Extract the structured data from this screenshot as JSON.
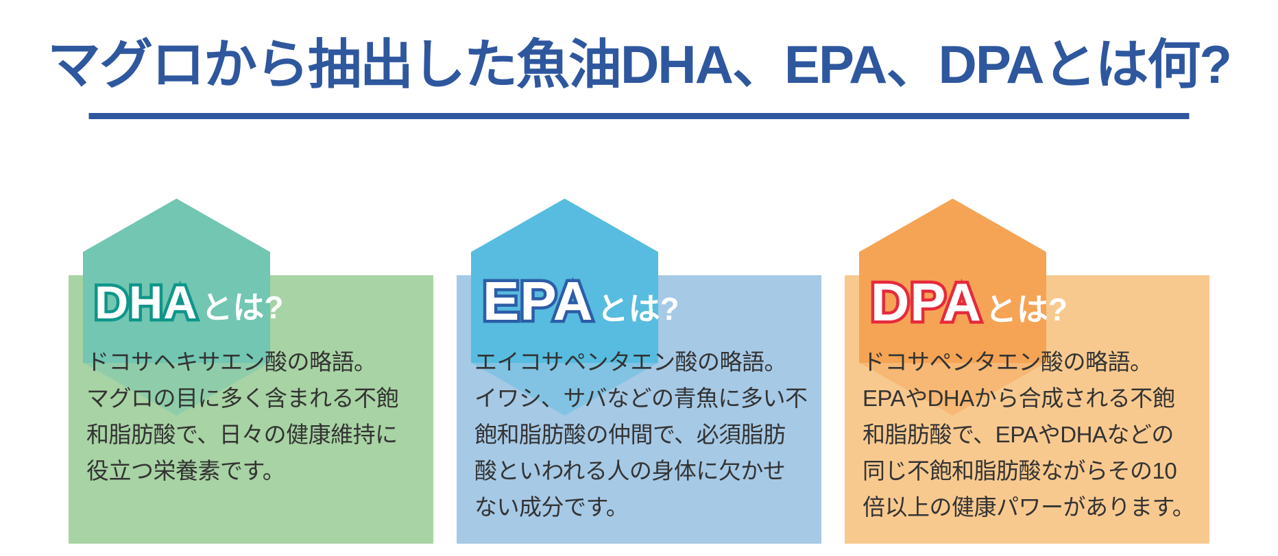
{
  "page": {
    "title": "マグロから抽出した魚油DHA、EPA、DPAとは何?",
    "title_color": "#2E579E",
    "underline_color": "#2E579E",
    "background_color": "#FFFFFF"
  },
  "cards": [
    {
      "abbr": "DHA",
      "suffix": "とは?",
      "heading_text_color": "#FFFFFF",
      "abbr_outline_color": "#0E968A",
      "hexagon_color": "#72C6B2",
      "card_color": "#A8D3A4",
      "body_text_color": "#333333",
      "body_lines": [
        "ドコサヘキサエン酸の略語。",
        "マグロの目に多く含まれる不飽",
        "和脂肪酸で、日々の健康維持に",
        "役立つ栄養素です。"
      ]
    },
    {
      "abbr": "EPA",
      "suffix": "とは?",
      "heading_text_color": "#FFFFFF",
      "abbr_outline_color": "#2C5DA7",
      "hexagon_color": "#57BCDF",
      "card_color": "#A6C9E6",
      "body_text_color": "#333333",
      "body_lines": [
        "エイコサペンタエン酸の略語。",
        "イワシ、サバなどの青魚に多い不",
        "飽和脂肪酸の仲間で、必須脂肪",
        "酸といわれる人の身体に欠かせ",
        "ない成分です。"
      ]
    },
    {
      "abbr": "DPA",
      "suffix": "とは?",
      "heading_text_color": "#FFFFFF",
      "abbr_outline_color": "#E62A3C",
      "hexagon_color": "#F5A455",
      "card_color": "#F8C98F",
      "body_text_color": "#333333",
      "body_lines": [
        "ドコサペンタエン酸の略語。",
        "EPAやDHAから合成される不飽",
        "和脂肪酸で、EPAやDHAなどの",
        "同じ不飽和脂肪酸ながらその10",
        "倍以上の健康パワーがあります。"
      ]
    }
  ]
}
